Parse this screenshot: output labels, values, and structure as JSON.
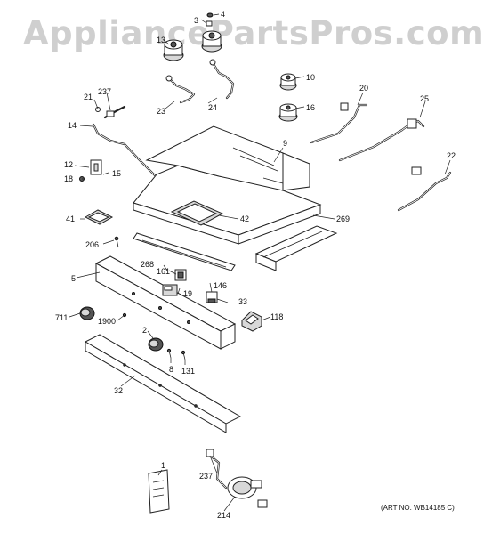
{
  "watermark": "AppliancePartsPros.com",
  "art_number": "(ART NO. WB14185 C)",
  "labels": {
    "p1": "1",
    "p2": "2",
    "p3": "3",
    "p4": "4",
    "p5": "5",
    "p8": "8",
    "p9": "9",
    "p10": "10",
    "p12": "12",
    "p13": "13",
    "p14": "14",
    "p15": "15",
    "p16": "16",
    "p18": "18",
    "p19": "19",
    "p20": "20",
    "p21": "21",
    "p22": "22",
    "p23": "23",
    "p24": "24",
    "p25": "25",
    "p32": "32",
    "p33": "33",
    "p41": "41",
    "p42": "42",
    "p118": "118",
    "p131": "131",
    "p146": "146",
    "p161": "161",
    "p206": "206",
    "p214": "214",
    "p237a": "237",
    "p237b": "237",
    "p268": "268",
    "p269": "269",
    "p711": "711",
    "p1900": "1900"
  }
}
